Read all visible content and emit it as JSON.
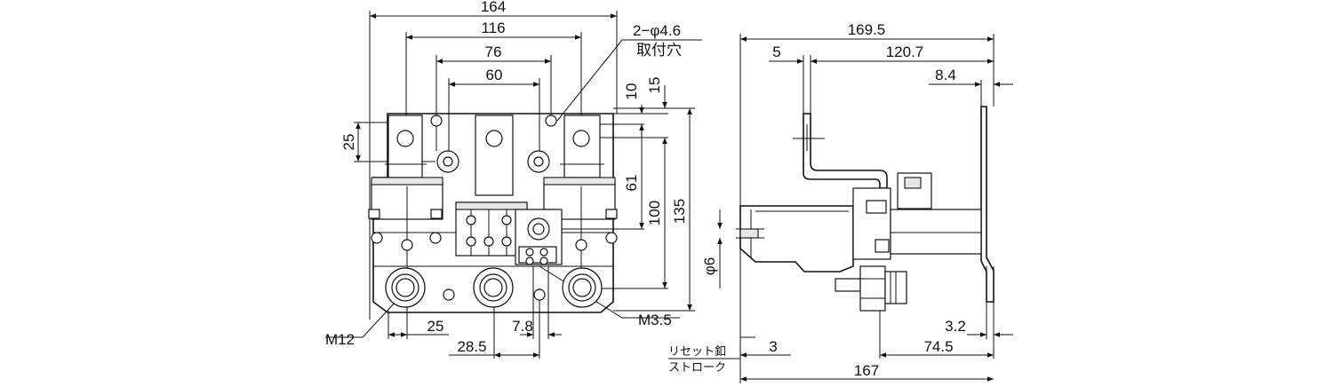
{
  "front_view": {
    "dims": {
      "w164": "164",
      "w116": "116",
      "w76": "76",
      "w60": "60",
      "h25": "25",
      "h10": "10",
      "h15": "15",
      "h61": "61",
      "h100": "100",
      "h135": "135",
      "b25": "25",
      "b28_5": "28.5",
      "b7_8": "7.8"
    },
    "labels": {
      "hole_spec": "2−φ4.6",
      "hole_note": "取付穴",
      "main_terminal": "M12",
      "aux_terminal": "M3.5"
    }
  },
  "side_view": {
    "dims": {
      "w169_5": "169.5",
      "w5": "5",
      "w120_7": "120.7",
      "w8_4": "8.4",
      "d6": "φ6",
      "w3_2": "3.2",
      "w74_5": "74.5",
      "w3": "3",
      "w167": "167"
    },
    "labels": {
      "reset_pin": "リセット釦",
      "stroke": "ストローク"
    }
  }
}
